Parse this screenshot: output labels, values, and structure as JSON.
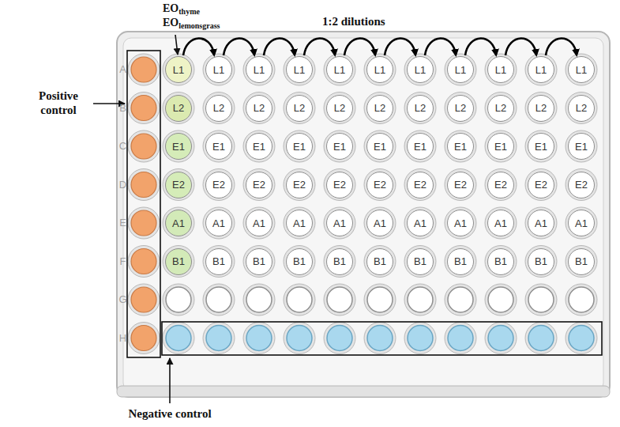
{
  "diagram": {
    "nodes": [
      {
        "text": [
          "L1"
        ]
      },
      {
        "text": [
          "L1"
        ]
      },
      {
        "text": [
          "L1"
        ]
      },
      {
        "text": [
          "L1"
        ]
      },
      {
        "text": [
          "L1"
        ]
      },
      {
        "text": [
          "L1"
        ]
      },
      {
        "text": [
          "L1"
        ]
      },
      {
        "text": [
          "L1"
        ]
      },
      {
        "text": [
          "L1"
        ]
      },
      {
        "text": [
          "L1"
        ]
      },
      {
        "text": [
          "L1"
        ]
      },
      {
        "text": [
          "L2"
        ]
      },
      {
        "text": [
          "L2"
        ]
      },
      {
        "text": [
          "L2"
        ]
      },
      {
        "text": [
          "L2"
        ]
      },
      {
        "text": [
          "L2"
        ]
      },
      {
        "text": [
          "L2"
        ]
      },
      {
        "text": [
          "L2"
        ]
      },
      {
        "text": [
          "L2"
        ]
      },
      {
        "text": [
          "L2"
        ]
      },
      {
        "text": [
          "L2"
        ]
      },
      {
        "text": [
          "L2"
        ]
      },
      {
        "text": [
          "E1"
        ]
      },
      {
        "text": [
          "E1"
        ]
      },
      {
        "text": [
          "E1"
        ]
      },
      {
        "text": [
          "E1"
        ]
      },
      {
        "text": [
          "E1"
        ]
      },
      {
        "text": [
          "E1"
        ]
      },
      {
        "text": [
          "E1"
        ]
      },
      {
        "text": [
          "E1"
        ]
      },
      {
        "text": [
          "E1"
        ]
      },
      {
        "text": [
          "E1"
        ]
      },
      {
        "text": [
          "E1"
        ]
      },
      {
        "text": [
          "E2"
        ]
      },
      {
        "text": [
          "E2"
        ]
      },
      {
        "text": [
          "E2"
        ]
      },
      {
        "text": [
          "E2"
        ]
      },
      {
        "text": [
          "E2"
        ]
      },
      {
        "text": [
          "E2"
        ]
      },
      {
        "text": [
          "E2"
        ]
      },
      {
        "text": [
          "E2"
        ]
      },
      {
        "text": [
          "E2"
        ]
      },
      {
        "text": [
          "E2"
        ]
      },
      {
        "text": [
          "E2"
        ]
      },
      {
        "text": [
          "A1"
        ]
      },
      {
        "text": [
          "A1"
        ]
      },
      {
        "text": [
          "A1"
        ]
      },
      {
        "text": [
          "A1"
        ]
      },
      {
        "text": [
          "A1"
        ]
      },
      {
        "text": [
          "A1"
        ]
      },
      {
        "text": [
          "A1"
        ]
      },
      {
        "text": [
          "A1"
        ]
      },
      {
        "text": [
          "A1"
        ]
      },
      {
        "text": [
          "A1"
        ]
      },
      {
        "text": [
          "A1"
        ]
      },
      {
        "text": [
          "B1"
        ]
      },
      {
        "text": [
          "B1"
        ]
      },
      {
        "text": [
          "B1"
        ]
      },
      {
        "text": [
          "B1"
        ]
      },
      {
        "text": [
          "B1"
        ]
      },
      {
        "text": [
          "B1"
        ]
      },
      {
        "text": [
          "B1"
        ]
      },
      {
        "text": [
          "B1"
        ]
      },
      {
        "text": [
          "B1"
        ]
      },
      {
        "text": [
          "B1"
        ]
      },
      {
        "text": [
          "B1"
        ]
      }
    ],
    "edges": [
      {
        "from": 0,
        "to": 1,
        "arrow": "to"
      },
      {
        "from": 1,
        "to": 2,
        "arrow": "to"
      },
      {
        "from": 2,
        "to": 3,
        "arrow": "to"
      },
      {
        "from": 3,
        "to": 4,
        "arrow": "to"
      },
      {
        "from": 4,
        "to": 5,
        "arrow": "to"
      },
      {
        "from": 5,
        "to": 6,
        "arrow": "to"
      },
      {
        "from": 6,
        "to": 7,
        "arrow": "to"
      },
      {
        "from": 7,
        "to": 8,
        "arrow": "to"
      },
      {
        "from": 8,
        "to": 9,
        "arrow": "to"
      },
      {
        "from": 9,
        "to": 10,
        "arrow": "to"
      }
    ],
    "labels": [
      "EO",
      "thyme",
      "EO",
      "lemonsgrass",
      "1:2 dilutions",
      "Positive control",
      "Negative control",
      "A",
      "B",
      "C",
      "D",
      "E",
      "F",
      "G",
      "H"
    ]
  }
}
